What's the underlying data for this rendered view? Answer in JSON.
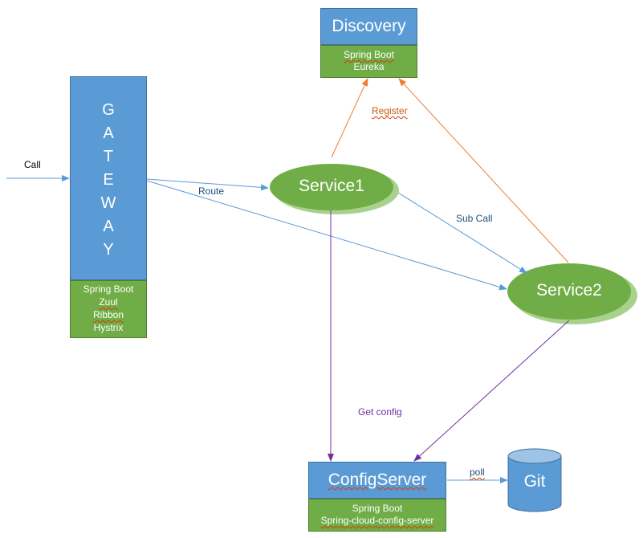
{
  "discovery": {
    "title": "Discovery",
    "lines": [
      "Spring Boot",
      "Eureka"
    ]
  },
  "gateway": {
    "letters": [
      "G",
      "A",
      "T",
      "E",
      "W",
      "A",
      "Y"
    ],
    "lines": [
      "Spring Boot",
      "Zuul",
      "Ribbon",
      "Hystrix"
    ]
  },
  "service1": {
    "label": "Service1"
  },
  "service2": {
    "label": "Service2"
  },
  "config_server": {
    "title": "ConfigServer",
    "lines": [
      "Spring Boot",
      "Spring-cloud-config-server"
    ]
  },
  "git": {
    "label": "Git"
  },
  "edges": {
    "call": "Call",
    "route": "Route",
    "register": "Register",
    "sub_call": "Sub Call",
    "get_config": "Get config",
    "poll": "poll"
  },
  "colors": {
    "box_blue": "#5b9bd5",
    "box_green": "#70ad47",
    "arrow_blue": "#5b9bd5",
    "arrow_orange": "#ed7d31",
    "arrow_purple": "#7030a0",
    "label_blue": "#1f4e79",
    "label_orange": "#c55a11",
    "label_purple": "#7030a0"
  }
}
